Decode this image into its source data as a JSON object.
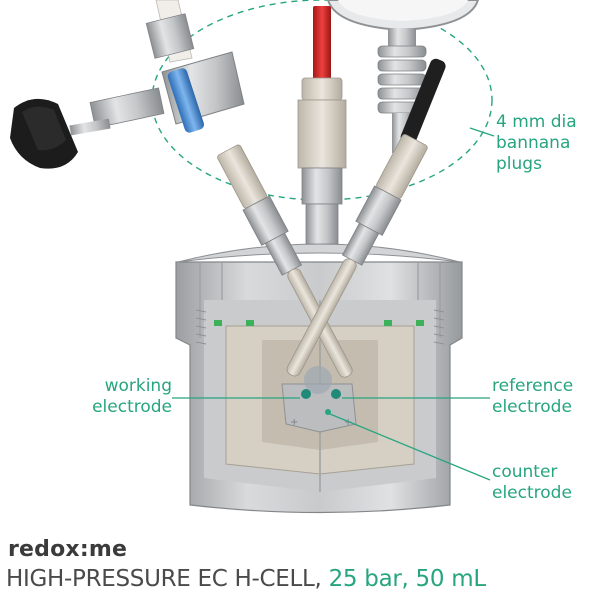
{
  "brand": {
    "logo_text": "redox:me"
  },
  "headline": {
    "product": "HIGH-PRESSURE EC H-CELL,",
    "specs": "25 bar, 50 mL"
  },
  "callouts": {
    "plugs": [
      "4 mm dia",
      "bannana",
      "plugs"
    ],
    "working": [
      "working",
      "electrode"
    ],
    "reference": [
      "reference",
      "electrode"
    ],
    "counter": [
      "counter",
      "electrode"
    ]
  },
  "colors": {
    "accent": "#27a57f",
    "text_dark": "#4a4a4a",
    "steel": "#b9bbbd",
    "ptfe": "#d7d1c6",
    "red_wire": "#d32a2a",
    "blue_tube": "#4a90d8",
    "black_knob": "#1d1d1d"
  }
}
